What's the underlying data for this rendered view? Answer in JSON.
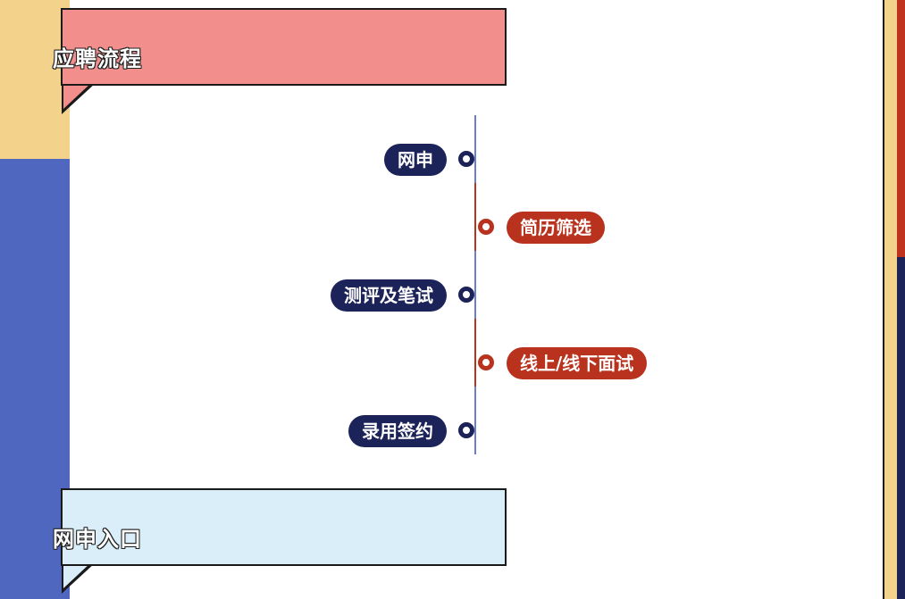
{
  "sections": {
    "process_title": "应聘流程",
    "entry_title": "网申入口"
  },
  "steps": [
    {
      "label": "网申",
      "side": "left",
      "color": "navy"
    },
    {
      "label": "简历筛选",
      "side": "right",
      "color": "red"
    },
    {
      "label": "测评及笔试",
      "side": "left",
      "color": "navy"
    },
    {
      "label": "线上/线下面试",
      "side": "right",
      "color": "red"
    },
    {
      "label": "录用签约",
      "side": "left",
      "color": "navy"
    }
  ],
  "colors": {
    "banner_pink": "#f28f8c",
    "banner_light_blue": "#d9eef9",
    "navy": "#1b2358",
    "red": "#b8321d",
    "left_yellow": "#f3d38c",
    "left_blue": "#4f67bf"
  }
}
